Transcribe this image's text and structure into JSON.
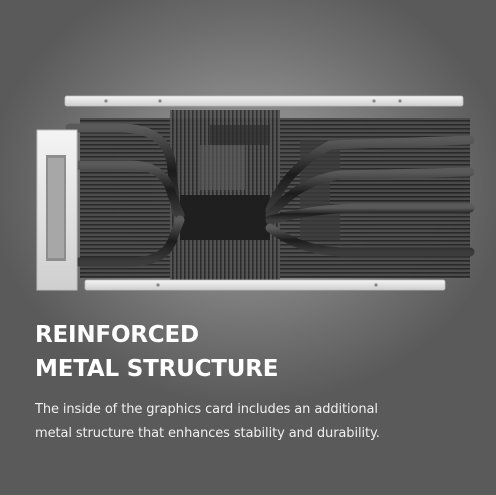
{
  "headline": {
    "line1": "REINFORCED",
    "line2": "METAL STRUCTURE"
  },
  "description": {
    "line1": "The inside of the graphics card includes an additional",
    "line2": "metal structure that enhances stability and durability."
  },
  "colors": {
    "background": "#7a7a7a",
    "frame": "#e6e6e6",
    "heatpipe": "#2a2a2a",
    "fins": "#3a3a3a",
    "text": "#ffffff"
  }
}
